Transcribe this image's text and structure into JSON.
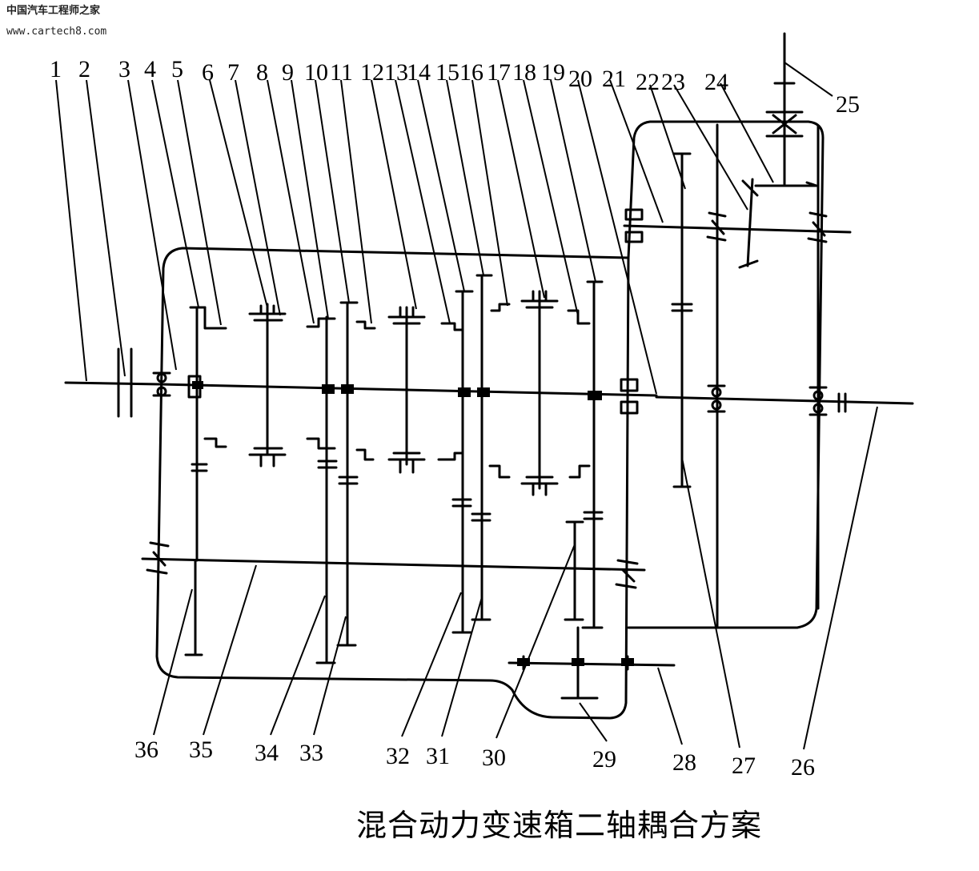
{
  "watermark": {
    "site_name": "中国汽车工程师之家",
    "url": "www.cartech8.com"
  },
  "caption": "混合动力变速箱二轴耦合方案",
  "top_labels": [
    "1",
    "2",
    "3",
    "4",
    "5",
    "6",
    "7",
    "8",
    "9",
    "10",
    "11",
    "12",
    "13",
    "14",
    "15",
    "16",
    "17",
    "18",
    "19",
    "20",
    "21",
    "22",
    "23",
    "24",
    "25"
  ],
  "bottom_labels": [
    "36",
    "35",
    "34",
    "33",
    "32",
    "31",
    "30",
    "29",
    "28",
    "27",
    "26"
  ]
}
